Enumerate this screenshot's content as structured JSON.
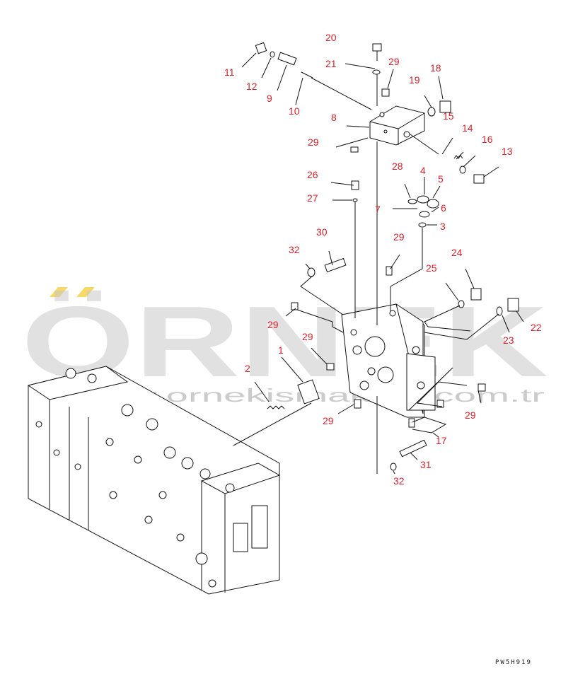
{
  "drawing": {
    "code": "PW5H919",
    "watermark": "ÖRNEK",
    "watermark_url": "www.ornekismakina.com.tr"
  },
  "callouts": [
    "20",
    "21",
    "29",
    "11",
    "12",
    "9",
    "10",
    "19",
    "18",
    "15",
    "8",
    "29",
    "14",
    "16",
    "13",
    "28",
    "4",
    "5",
    "26",
    "27",
    "6",
    "7",
    "3",
    "30",
    "32",
    "29",
    "25",
    "24",
    "22",
    "29",
    "29",
    "23",
    "1",
    "2",
    "29",
    "17",
    "29",
    "31",
    "32"
  ],
  "colors": {
    "callout": "#e0202a",
    "line": "#111111",
    "watermark": "#c9c9c9",
    "accent": "#f2c200"
  }
}
